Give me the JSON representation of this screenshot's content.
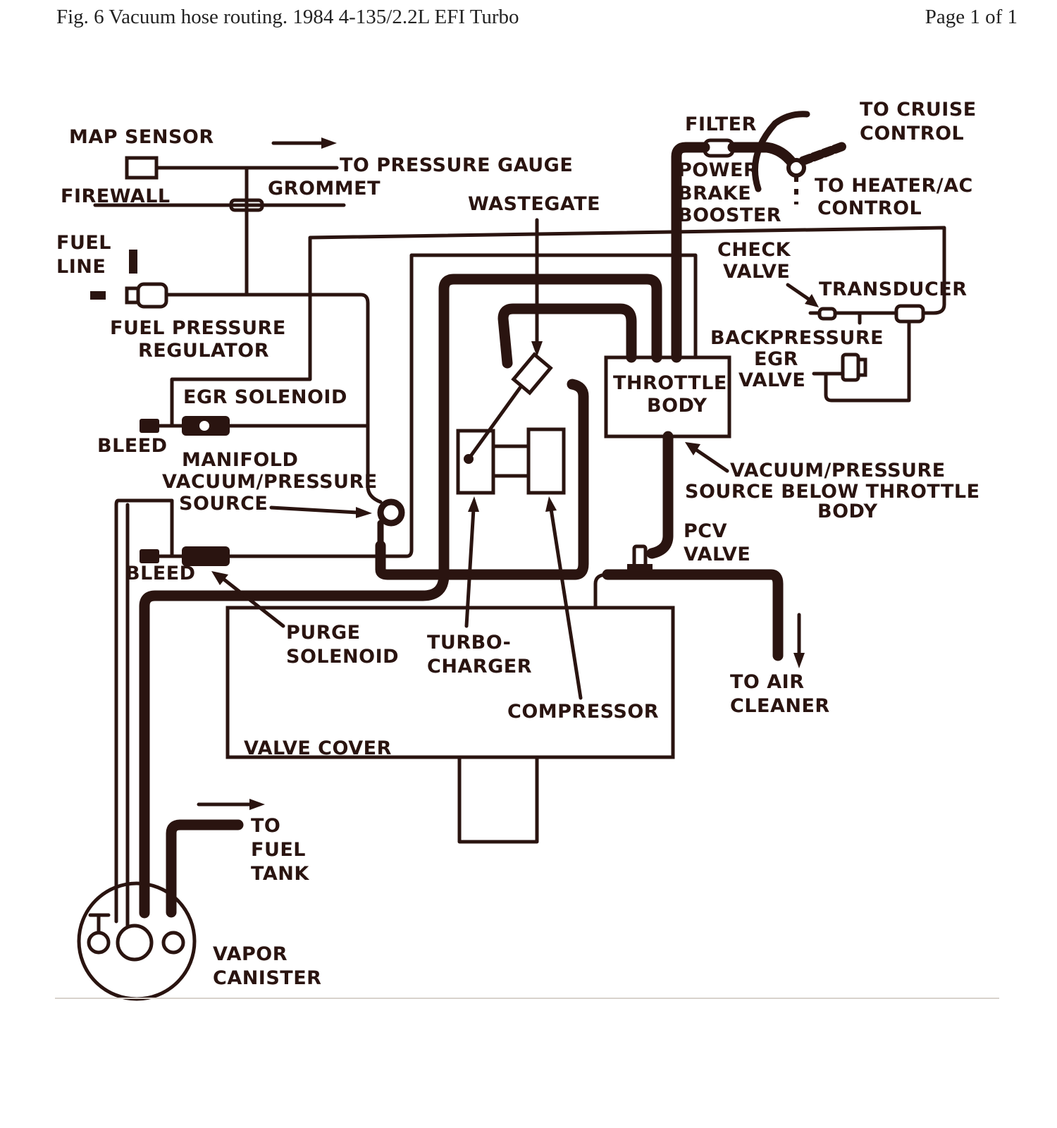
{
  "header": {
    "title": "Fig. 6 Vacuum hose routing. 1984 4-135/2.2L EFI Turbo",
    "page": "Page 1 of 1"
  },
  "labels": {
    "map_sensor": "MAP SENSOR",
    "to_pressure_gauge": "TO PRESSURE GAUGE",
    "firewall": "FIREWALL",
    "grommet": "GROMMET",
    "fuel_line_1": "FUEL",
    "fuel_line_2": "LINE",
    "fpr_1": "FUEL PRESSURE",
    "fpr_2": "REGULATOR",
    "egr_solenoid": "EGR  SOLENOID",
    "bleed_1": "BLEED",
    "manifold_1": "MANIFOLD",
    "manifold_2": "VACUUM/PRESSURE",
    "manifold_3": "SOURCE",
    "bleed_2": "BLEED",
    "purge_1": "PURGE",
    "purge_2": "SOLENOID",
    "turbo_1": "TURBO-",
    "turbo_2": "CHARGER",
    "compressor": "COMPRESSOR",
    "valve_cover": "VALVE COVER",
    "wastegate": "WASTEGATE",
    "filter": "FILTER",
    "to_cruise_1": "TO CRUISE",
    "to_cruise_2": "CONTROL",
    "brake_1": "POWER",
    "brake_2": "BRAKE",
    "brake_3": "BOOSTER",
    "heater_1": "TO HEATER/AC",
    "heater_2": "CONTROL",
    "check_1": "CHECK",
    "check_2": "VALVE",
    "transducer": "TRANSDUCER",
    "backpressure_1": "BACKPRESSURE",
    "backpressure_2": "EGR",
    "backpressure_3": "VALVE",
    "throttle_1": "THROTTLE",
    "throttle_2": "BODY",
    "vac_below_1": "VACUUM/PRESSURE",
    "vac_below_2": "SOURCE BELOW THROTTLE",
    "vac_below_3": "BODY",
    "pcv_1": "PCV",
    "pcv_2": "VALVE",
    "air_1": "TO AIR",
    "air_2": "CLEANER",
    "tank_1": "TO",
    "tank_2": "FUEL",
    "tank_3": "TANK",
    "canister_1": "VAPOR",
    "canister_2": "CANISTER"
  },
  "colors": {
    "ink": "#2a1410",
    "paper": "#ffffff"
  }
}
